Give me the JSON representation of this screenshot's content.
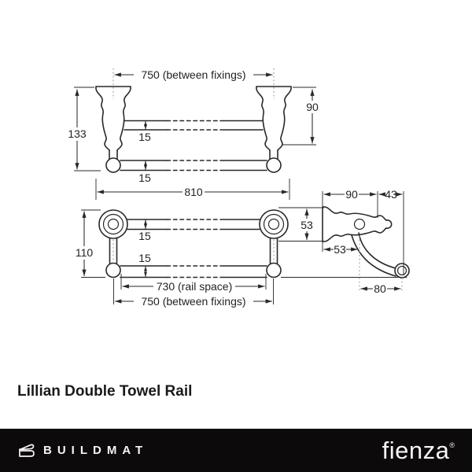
{
  "product": {
    "title": "Lillian Double Towel Rail"
  },
  "front_view": {
    "between_fixings": "750 (between fixings)",
    "drop_to_stem": "90",
    "overall_drop": "133",
    "top_rail_diameter": "15",
    "bottom_rail_diameter": "15",
    "overall_width": "810"
  },
  "plan_view": {
    "projection": "110",
    "top_rail_diameter": "15",
    "bottom_rail_diameter": "15",
    "flange_diameter": "53",
    "rail_space": "730 (rail space)",
    "between_fixings": "750 (between fixings)"
  },
  "side_view": {
    "bracket_depth": "90",
    "rail_overhang": "43",
    "wall_to_stem": "53",
    "stem_to_rail": "80"
  },
  "footer": {
    "brand": "BUILDMAT",
    "vendor": "fienza",
    "registered": "®"
  },
  "colors": {
    "line": "#2b2728",
    "dim_text": "#231f20",
    "background": "#ffffff",
    "footer_bg": "#0d0a0b",
    "footer_text": "#f7f5f4"
  }
}
